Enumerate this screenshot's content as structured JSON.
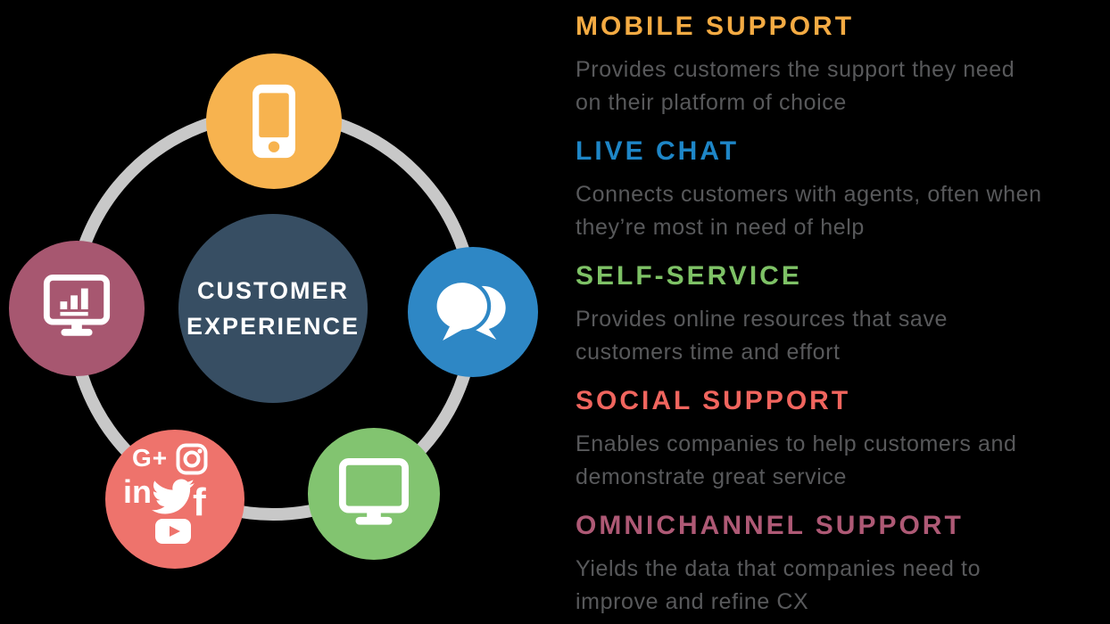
{
  "page": {
    "background": "#000000"
  },
  "body_text_color": "#58595B",
  "diagram": {
    "ring_color": "#C8C8C8",
    "center": {
      "line1": "CUSTOMER",
      "line2": "EXPERIENCE",
      "color": "#374E63",
      "text_color": "#FFFFFF"
    },
    "nodes": {
      "mobile": {
        "color": "#F7B34F",
        "icon": "smartphone-icon"
      },
      "livechat": {
        "color": "#2E87C5",
        "icon": "chat-bubbles-icon"
      },
      "selfservice": {
        "color": "#82C470",
        "icon": "desktop-monitor-icon"
      },
      "social": {
        "color": "#EE736C",
        "icon": "social-media-logos",
        "logos": {
          "gplus": "G+",
          "linkedin": "in",
          "facebook": "f"
        }
      },
      "omnichannel": {
        "color": "#A75770",
        "icon": "monitor-bar-chart-icon"
      }
    }
  },
  "sections": [
    {
      "title": "MOBILE SUPPORT",
      "title_color": "#F4AB43",
      "line1": "Provides customers the support they need",
      "line2": "on their platform of choice"
    },
    {
      "title": "LIVE CHAT",
      "title_color": "#1E86C7",
      "line1": "Connects customers with agents, often when",
      "line2": "they’re most in need of help"
    },
    {
      "title": "SELF-SERVICE",
      "title_color": "#7EC266",
      "line1": "Provides online resources that save",
      "line2": "customers time and effort"
    },
    {
      "title": "SOCIAL SUPPORT",
      "title_color": "#F0655E",
      "line1": "Enables companies to help customers and",
      "line2": "demonstrate great service"
    },
    {
      "title": "OMNICHANNEL SUPPORT",
      "title_color": "#AE5975",
      "line1": "Yields the data that companies need to",
      "line2": "improve and refine CX"
    }
  ]
}
